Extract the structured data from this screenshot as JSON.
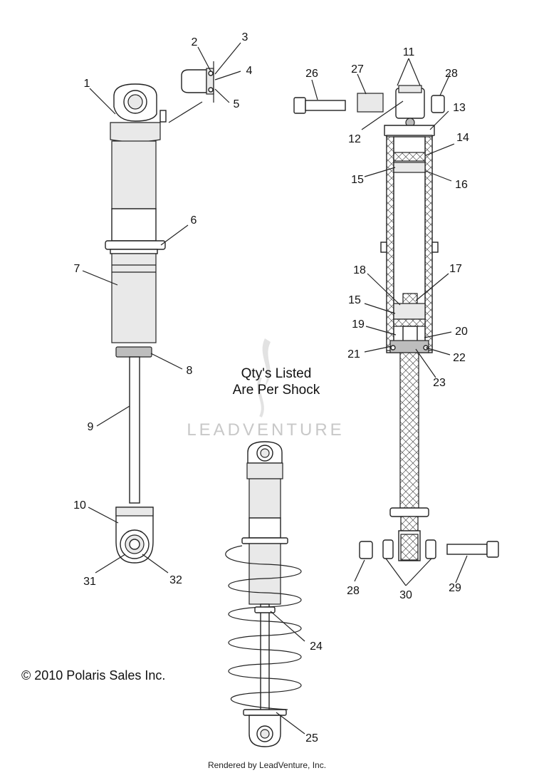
{
  "callouts": [
    {
      "id": "1",
      "text": "1"
    },
    {
      "id": "2",
      "text": "2"
    },
    {
      "id": "3",
      "text": "3"
    },
    {
      "id": "4",
      "text": "4"
    },
    {
      "id": "5",
      "text": "5"
    },
    {
      "id": "6",
      "text": "6"
    },
    {
      "id": "7",
      "text": "7"
    },
    {
      "id": "8",
      "text": "8"
    },
    {
      "id": "9",
      "text": "9"
    },
    {
      "id": "10",
      "text": "10"
    },
    {
      "id": "11",
      "text": "11"
    },
    {
      "id": "12",
      "text": "12"
    },
    {
      "id": "13",
      "text": "13"
    },
    {
      "id": "14",
      "text": "14"
    },
    {
      "id": "15a",
      "text": "15"
    },
    {
      "id": "15b",
      "text": "15"
    },
    {
      "id": "16",
      "text": "16"
    },
    {
      "id": "17",
      "text": "17"
    },
    {
      "id": "18",
      "text": "18"
    },
    {
      "id": "19",
      "text": "19"
    },
    {
      "id": "20",
      "text": "20"
    },
    {
      "id": "21",
      "text": "21"
    },
    {
      "id": "22",
      "text": "22"
    },
    {
      "id": "23",
      "text": "23"
    },
    {
      "id": "24",
      "text": "24"
    },
    {
      "id": "25",
      "text": "25"
    },
    {
      "id": "26",
      "text": "26"
    },
    {
      "id": "27",
      "text": "27"
    },
    {
      "id": "28a",
      "text": "28"
    },
    {
      "id": "28b",
      "text": "28"
    },
    {
      "id": "29",
      "text": "29"
    },
    {
      "id": "30",
      "text": "30"
    },
    {
      "id": "31",
      "text": "31"
    },
    {
      "id": "32",
      "text": "32"
    }
  ],
  "note": {
    "line1": "Qty's Listed",
    "line2": "Are Per Shock"
  },
  "watermark": "LEADVENTURE",
  "copyright": "© 2010 Polaris Sales Inc.",
  "footer": "Rendered by LeadVenture, Inc."
}
